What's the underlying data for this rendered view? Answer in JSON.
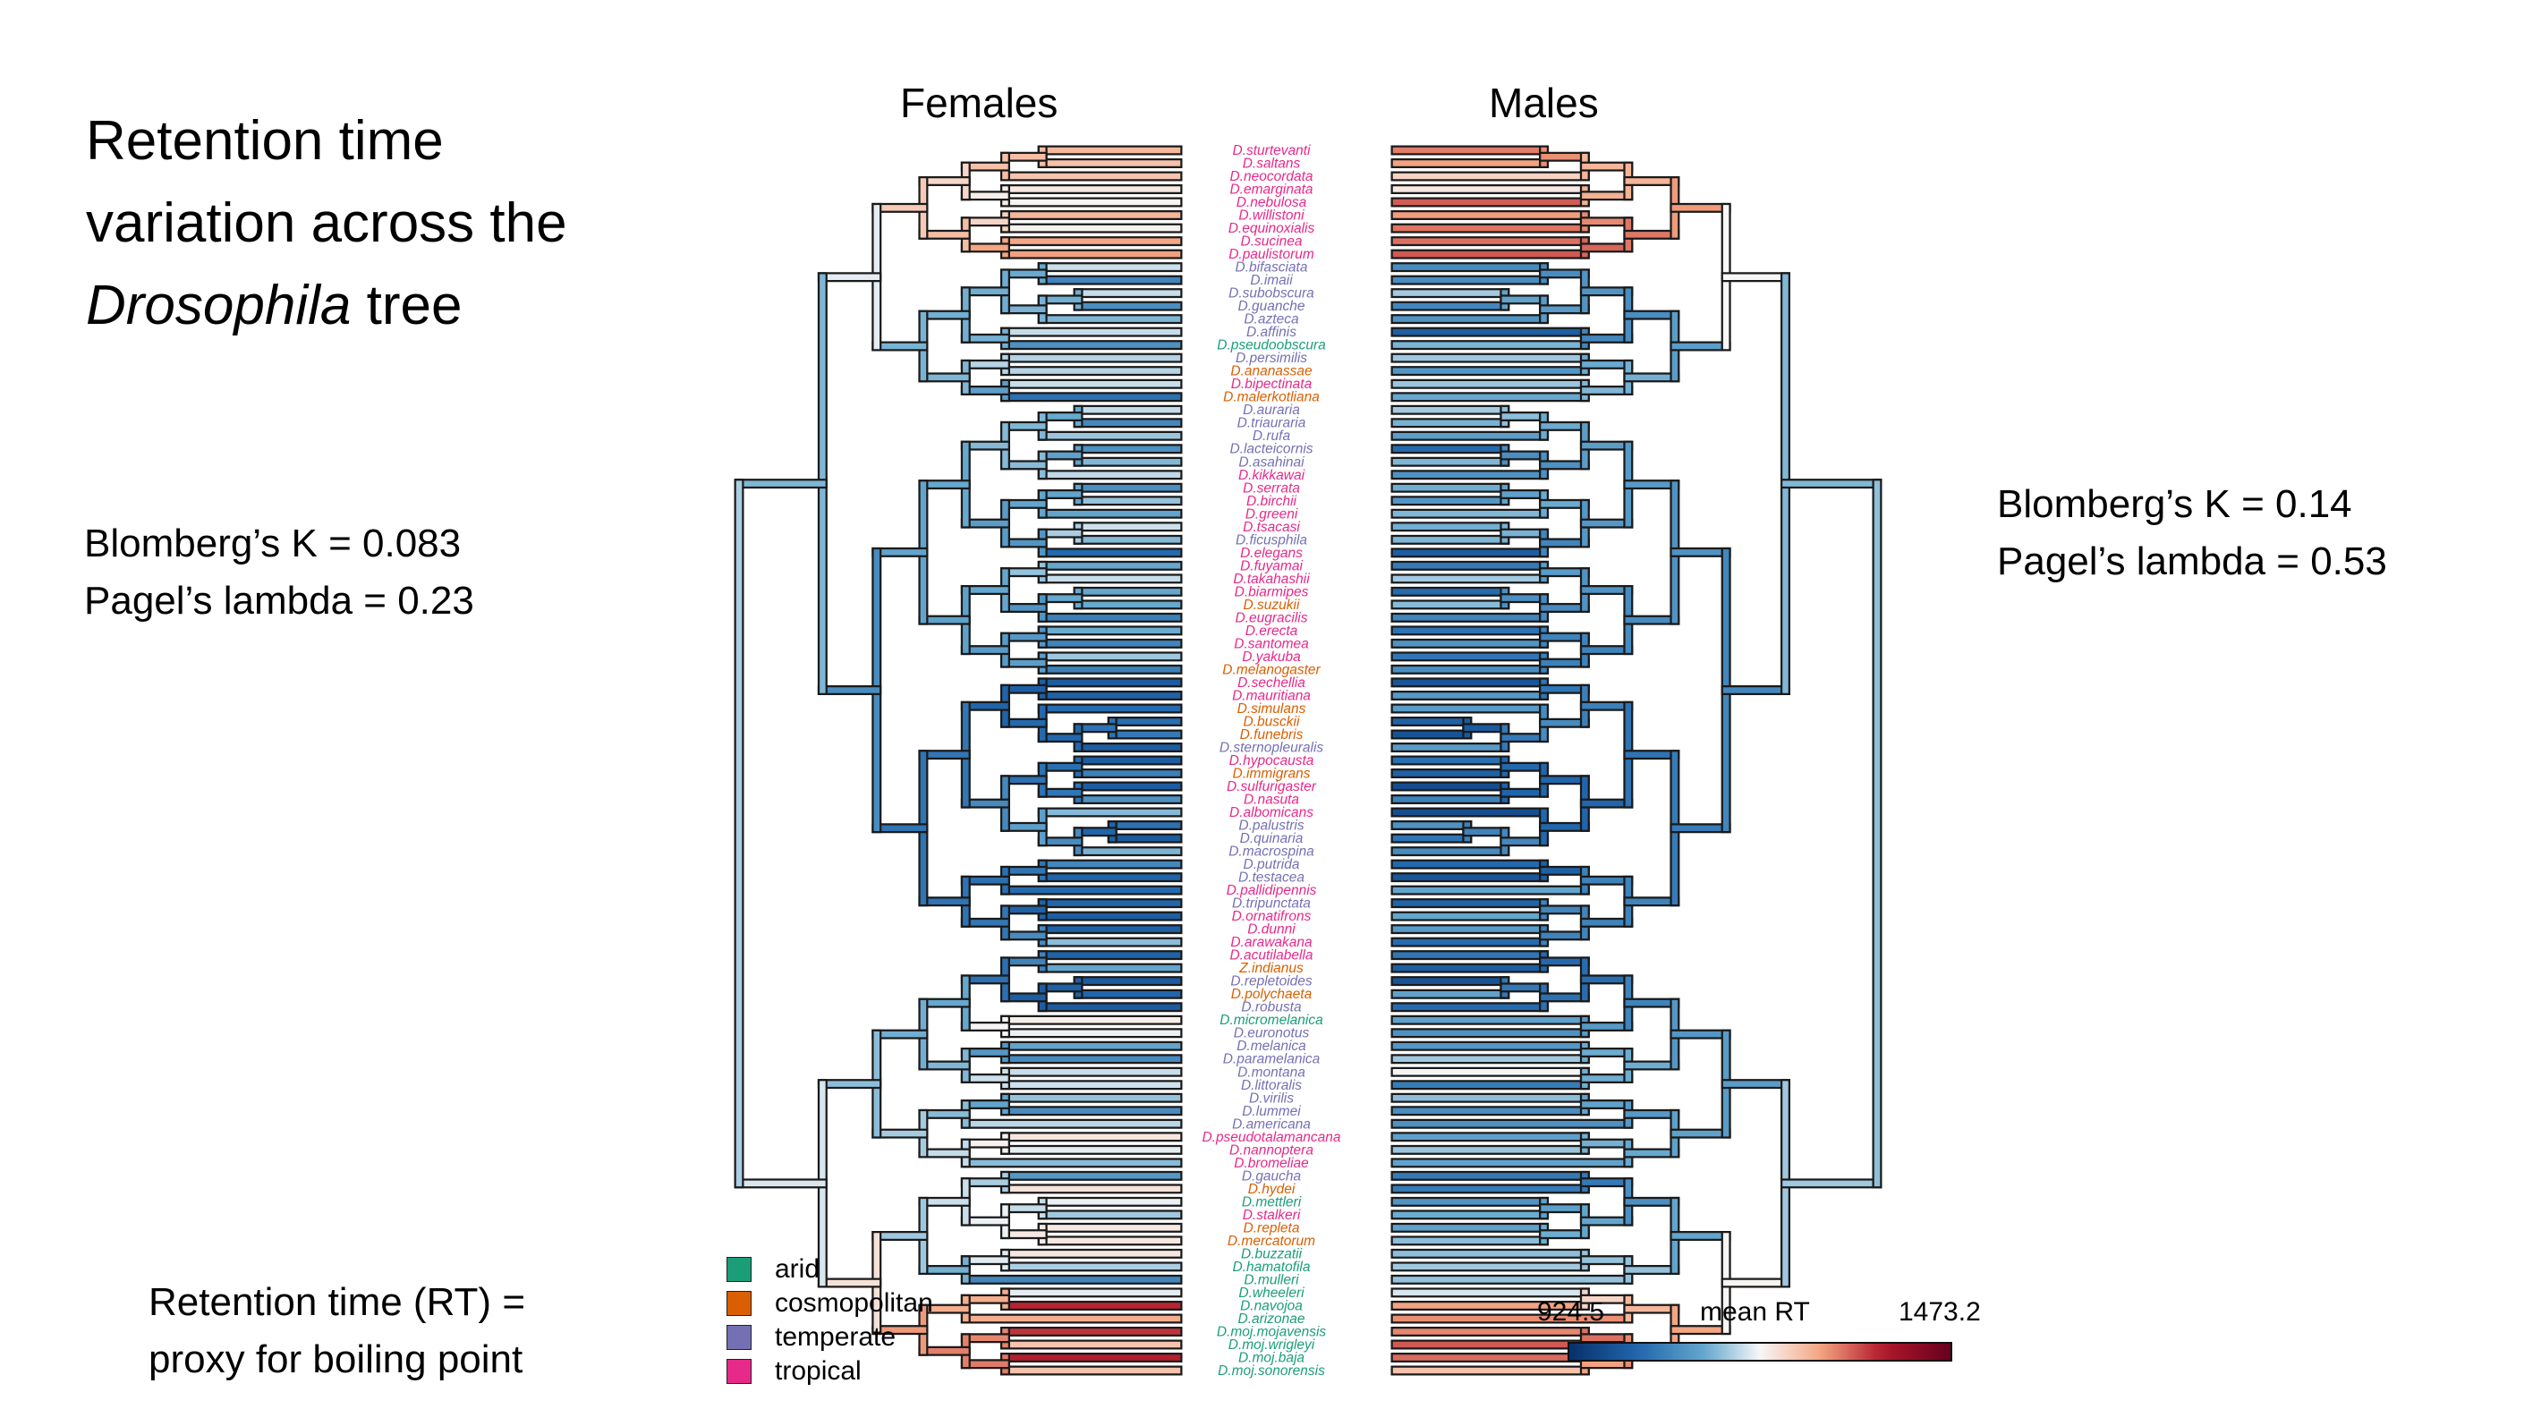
{
  "title": {
    "line1": "Retention time",
    "line2": "variation across the",
    "line3_italic": "Drosophila",
    "line3_rest": " tree"
  },
  "columns": {
    "left": "Females",
    "right": "Males"
  },
  "left_stats": {
    "k": "Blomberg’s K = 0.083",
    "lambda": "Pagel’s lambda = 0.23"
  },
  "right_stats": {
    "k": "Blomberg’s K = 0.14",
    "lambda": "Pagel’s lambda = 0.53"
  },
  "note": {
    "line1": "Retention time (RT) =",
    "line2": "proxy for boiling point"
  },
  "legend": [
    {
      "label": "arid",
      "color": "#1b9e77"
    },
    {
      "label": "cosmopolitan",
      "color": "#d95f02"
    },
    {
      "label": "temperate",
      "color": "#7570b3"
    },
    {
      "label": "tropical",
      "color": "#e7298a"
    }
  ],
  "colorbar": {
    "min_label": "924.5",
    "title": "mean RT",
    "max_label": "1473.2",
    "min": 924.5,
    "max": 1473.2
  },
  "habitat_colors": {
    "A": "#1b9e77",
    "C": "#d95f02",
    "Te": "#7570b3",
    "Tr": "#e7298a"
  },
  "species": [
    {
      "name": "D.sturtevanti",
      "habitat": "Tr"
    },
    {
      "name": "D.saltans",
      "habitat": "Tr"
    },
    {
      "name": "D.neocordata",
      "habitat": "Tr"
    },
    {
      "name": "D.emarginata",
      "habitat": "Tr"
    },
    {
      "name": "D.nebulosa",
      "habitat": "Tr"
    },
    {
      "name": "D.willistoni",
      "habitat": "Tr"
    },
    {
      "name": "D.equinoxialis",
      "habitat": "Tr"
    },
    {
      "name": "D.sucinea",
      "habitat": "Tr"
    },
    {
      "name": "D.paulistorum",
      "habitat": "Tr"
    },
    {
      "name": "D.bifasciata",
      "habitat": "Te"
    },
    {
      "name": "D.imaii",
      "habitat": "Te"
    },
    {
      "name": "D.subobscura",
      "habitat": "Te"
    },
    {
      "name": "D.guanche",
      "habitat": "Te"
    },
    {
      "name": "D.azteca",
      "habitat": "Te"
    },
    {
      "name": "D.affinis",
      "habitat": "Te"
    },
    {
      "name": "D.pseudoobscura",
      "habitat": "A"
    },
    {
      "name": "D.persimilis",
      "habitat": "Te"
    },
    {
      "name": "D.ananassae",
      "habitat": "C"
    },
    {
      "name": "D.bipectinata",
      "habitat": "Tr"
    },
    {
      "name": "D.malerkotliana",
      "habitat": "C"
    },
    {
      "name": "D.auraria",
      "habitat": "Te"
    },
    {
      "name": "D.triauraria",
      "habitat": "Te"
    },
    {
      "name": "D.rufa",
      "habitat": "Te"
    },
    {
      "name": "D.lacteicornis",
      "habitat": "Te"
    },
    {
      "name": "D.asahinai",
      "habitat": "Te"
    },
    {
      "name": "D.kikkawai",
      "habitat": "Tr"
    },
    {
      "name": "D.serrata",
      "habitat": "Tr"
    },
    {
      "name": "D.birchii",
      "habitat": "Tr"
    },
    {
      "name": "D.greeni",
      "habitat": "Tr"
    },
    {
      "name": "D.tsacasi",
      "habitat": "Tr"
    },
    {
      "name": "D.ficusphila",
      "habitat": "Te"
    },
    {
      "name": "D.elegans",
      "habitat": "Tr"
    },
    {
      "name": "D.fuyamai",
      "habitat": "Tr"
    },
    {
      "name": "D.takahashii",
      "habitat": "Tr"
    },
    {
      "name": "D.biarmipes",
      "habitat": "Tr"
    },
    {
      "name": "D.suzukii",
      "habitat": "C"
    },
    {
      "name": "D.eugracilis",
      "habitat": "Tr"
    },
    {
      "name": "D.erecta",
      "habitat": "Tr"
    },
    {
      "name": "D.santomea",
      "habitat": "Tr"
    },
    {
      "name": "D.yakuba",
      "habitat": "Tr"
    },
    {
      "name": "D.melanogaster",
      "habitat": "C"
    },
    {
      "name": "D.sechellia",
      "habitat": "Tr"
    },
    {
      "name": "D.mauritiana",
      "habitat": "Tr"
    },
    {
      "name": "D.simulans",
      "habitat": "C"
    },
    {
      "name": "D.busckii",
      "habitat": "C"
    },
    {
      "name": "D.funebris",
      "habitat": "C"
    },
    {
      "name": "D.sternopleuralis",
      "habitat": "Te"
    },
    {
      "name": "D.hypocausta",
      "habitat": "Tr"
    },
    {
      "name": "D.immigrans",
      "habitat": "C"
    },
    {
      "name": "D.sulfurigaster",
      "habitat": "Tr"
    },
    {
      "name": "D.nasuta",
      "habitat": "Tr"
    },
    {
      "name": "D.albomicans",
      "habitat": "Tr"
    },
    {
      "name": "D.palustris",
      "habitat": "Te"
    },
    {
      "name": "D.quinaria",
      "habitat": "Te"
    },
    {
      "name": "D.macrospina",
      "habitat": "Te"
    },
    {
      "name": "D.putrida",
      "habitat": "Te"
    },
    {
      "name": "D.testacea",
      "habitat": "Te"
    },
    {
      "name": "D.pallidipennis",
      "habitat": "Tr"
    },
    {
      "name": "D.tripunctata",
      "habitat": "Te"
    },
    {
      "name": "D.ornatifrons",
      "habitat": "Tr"
    },
    {
      "name": "D.dunni",
      "habitat": "Tr"
    },
    {
      "name": "D.arawakana",
      "habitat": "Tr"
    },
    {
      "name": "D.acutilabella",
      "habitat": "Tr"
    },
    {
      "name": "Z.indianus",
      "habitat": "C"
    },
    {
      "name": "D.repletoides",
      "habitat": "Te"
    },
    {
      "name": "D.polychaeta",
      "habitat": "C"
    },
    {
      "name": "D.robusta",
      "habitat": "Te"
    },
    {
      "name": "D.micromelanica",
      "habitat": "A"
    },
    {
      "name": "D.euronotus",
      "habitat": "Te"
    },
    {
      "name": "D.melanica",
      "habitat": "Te"
    },
    {
      "name": "D.paramelanica",
      "habitat": "Te"
    },
    {
      "name": "D.montana",
      "habitat": "Te"
    },
    {
      "name": "D.littoralis",
      "habitat": "Te"
    },
    {
      "name": "D.virilis",
      "habitat": "Te"
    },
    {
      "name": "D.lummei",
      "habitat": "Te"
    },
    {
      "name": "D.americana",
      "habitat": "Te"
    },
    {
      "name": "D.pseudotalamancana",
      "habitat": "Tr"
    },
    {
      "name": "D.nannoptera",
      "habitat": "Tr"
    },
    {
      "name": "D.bromeliae",
      "habitat": "Tr"
    },
    {
      "name": "D.gaucha",
      "habitat": "Te"
    },
    {
      "name": "D.hydei",
      "habitat": "C"
    },
    {
      "name": "D.mettleri",
      "habitat": "A"
    },
    {
      "name": "D.stalkeri",
      "habitat": "Tr"
    },
    {
      "name": "D.repleta",
      "habitat": "C"
    },
    {
      "name": "D.mercatorum",
      "habitat": "C"
    },
    {
      "name": "D.buzzatii",
      "habitat": "A"
    },
    {
      "name": "D.hamatofila",
      "habitat": "A"
    },
    {
      "name": "D.mulleri",
      "habitat": "A"
    },
    {
      "name": "D.wheeleri",
      "habitat": "A"
    },
    {
      "name": "D.navojoa",
      "habitat": "A"
    },
    {
      "name": "D.arizonae",
      "habitat": "A"
    },
    {
      "name": "D.moj.mojavensis",
      "habitat": "A"
    },
    {
      "name": "D.moj.wrigleyi",
      "habitat": "A"
    },
    {
      "name": "D.moj.baja",
      "habitat": "A"
    },
    {
      "name": "D.moj.sonorensis",
      "habitat": "A"
    }
  ]
}
